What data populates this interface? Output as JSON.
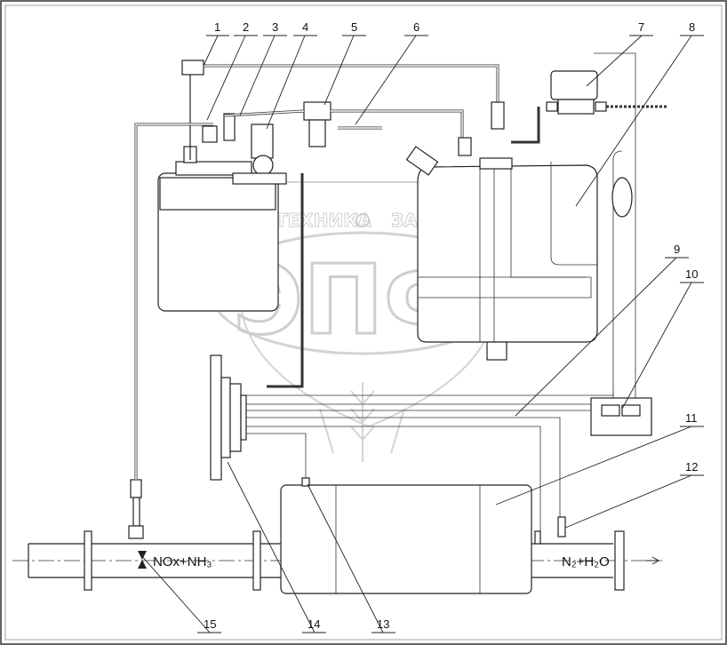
{
  "callouts": [
    "1",
    "2",
    "3",
    "4",
    "5",
    "6",
    "7",
    "8",
    "9",
    "10",
    "11",
    "12",
    "13",
    "14",
    "15"
  ],
  "inlet_label": "NOx+NH₃",
  "outlet_label": "N₂+H₂O",
  "watermark": {
    "top_text_left": "ТЕХНИКА",
    "top_text_right": "ЗАПЧАСТИ",
    "logo_text": "ЭПФ"
  }
}
